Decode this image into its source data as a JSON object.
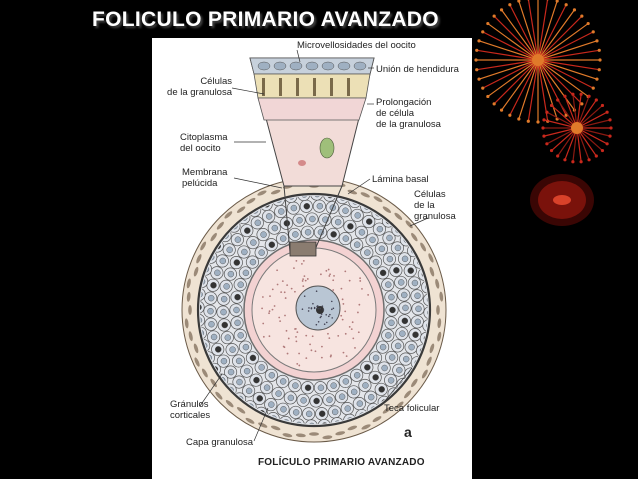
{
  "slide": {
    "title": "FOLICULO PRIMARIO AVANZADO"
  },
  "figure": {
    "letter": "a",
    "caption": "FOLÍCULO PRIMARIO AVANZADO",
    "labels": {
      "microvellosidades": "Microvellosidades del oocito",
      "union": "Unión de hendidura",
      "celulas_granulosa_top": [
        "Células",
        "de la granulosa"
      ],
      "prolongacion": [
        "Prolongación",
        "de célula",
        "de la granulosa"
      ],
      "citoplasma": [
        "Citoplasma",
        "del oocito"
      ],
      "membrana": [
        "Membrana",
        "pelúcida"
      ],
      "lamina": "Lámina basal",
      "celulas_granulosa_right": [
        "Células",
        "de la",
        "granulosa"
      ],
      "granulos": [
        "Gránulos",
        "corticales"
      ],
      "teca": "Teca folicular",
      "capa": "Capa granulosa"
    }
  },
  "colors": {
    "background": "#000000",
    "title_text": "#ffffff",
    "zona_pellucida": "#f3d2d2",
    "granulosa_fill": "#dfe3ea",
    "nucleus": "#b9c6d4",
    "decor_red": "#c8281c",
    "decor_orange": "#e07a2a"
  }
}
